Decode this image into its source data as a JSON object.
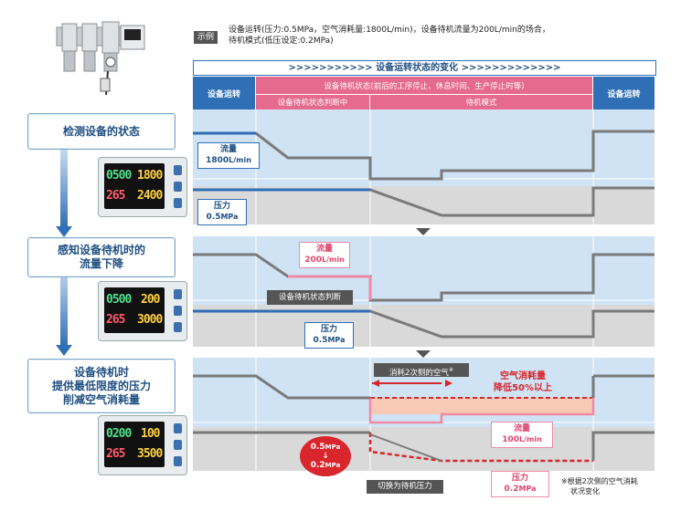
{
  "header": {
    "tag": "示例",
    "line1": "设备运转(压力:0.5MPa，空气消耗量:1800L/min)，设备待机流量为200L/min的场合，",
    "line2": "待机模式(低压设定:0.2MPa)"
  },
  "timeline": {
    "banner": ">>>>>>>>>>>  设备运转状态的变化  >>>>>>>>>>>>>",
    "run_left": "设备运转",
    "standby_title": "设备待机状态(前后的工序停止、休息时间、生产停止时等)",
    "standby_judge": "设备待机状态判断中",
    "standby_mode": "待机模式",
    "run_right": "设备运转"
  },
  "steps": [
    {
      "line1": "检测设备的状态",
      "line2": "",
      "line3": ""
    },
    {
      "line1": "感知设备待机时的",
      "line2": "流量下降",
      "line3": ""
    },
    {
      "line1": "设备待机时",
      "line2": "提供最低限度的压力",
      "line3": "削减空气消耗量"
    }
  ],
  "meters": [
    {
      "tl": "0500",
      "tr": "1800",
      "bl": "265",
      "br": "2400"
    },
    {
      "tl": "0500",
      "tr": "200",
      "bl": "265",
      "br": "3000"
    },
    {
      "tl": "0200",
      "tr": "100",
      "bl": "265",
      "br": "3500"
    }
  ],
  "panel1": {
    "flow_label": "流量",
    "flow_value": "1800",
    "flow_unit": "L/min",
    "pressure_label": "压力",
    "pressure_value": "0.5",
    "pressure_unit": "MPa"
  },
  "panel2": {
    "flow_label": "流量",
    "flow_value": "200",
    "flow_unit": "L/min",
    "judge_label": "设备待机状态判断",
    "pressure_label": "压力",
    "pressure_value": "0.5",
    "pressure_unit": "MPa"
  },
  "panel3": {
    "secondary_air": "消耗2次侧的空气",
    "secondary_mark": "※",
    "saving_line1": "空气消耗量",
    "saving_line2": "降低50%以上",
    "flow_label": "流量",
    "flow_value": "100",
    "flow_unit": "L/min",
    "press_from": "0.5",
    "press_to": "0.2",
    "press_unit": "MPa",
    "switch_label": "切换为待机压力",
    "pressure_label": "压力",
    "pressure_value": "0.2",
    "pressure_unit": "MPa",
    "note_line1": "※根据2次侧的空气消耗",
    "note_line2": "状况变化"
  },
  "colors": {
    "blue_head": "#2f6fb5",
    "pink_head": "#e66a8e",
    "pink_line": "#f08aa3",
    "red_line": "#d9262c",
    "bg_light": "#cfe3f5",
    "bg_gray": "#d9d9d9",
    "gray_line": "#7a7a7a",
    "blue_line": "#2f6fb5"
  }
}
